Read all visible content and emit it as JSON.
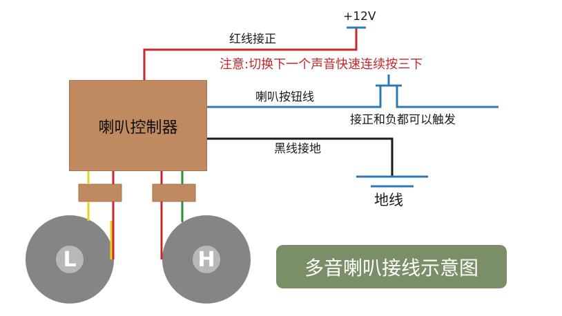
{
  "labels": {
    "voltage": "+12V",
    "red_wire": "红线接正",
    "note": "注意:切换下一个声音快速连续按三下",
    "horn_button_wire": "喇叭按钮线",
    "trigger_note": "接正和负都可以触发",
    "black_wire": "黑线接地",
    "ground": "地线",
    "controller": "喇叭控制器",
    "speaker_left": "L",
    "speaker_right": "H",
    "title": "多音喇叭接线示意图"
  },
  "colors": {
    "red_wire": "#c8262a",
    "blue_wire": "#2a78b8",
    "black_wire": "#1a1a1a",
    "yellow_wire": "#e8d020",
    "green_wire": "#2e8b3a",
    "controller": "#c08a60",
    "speaker": "#858585",
    "title_bg": "#7a8f67"
  }
}
